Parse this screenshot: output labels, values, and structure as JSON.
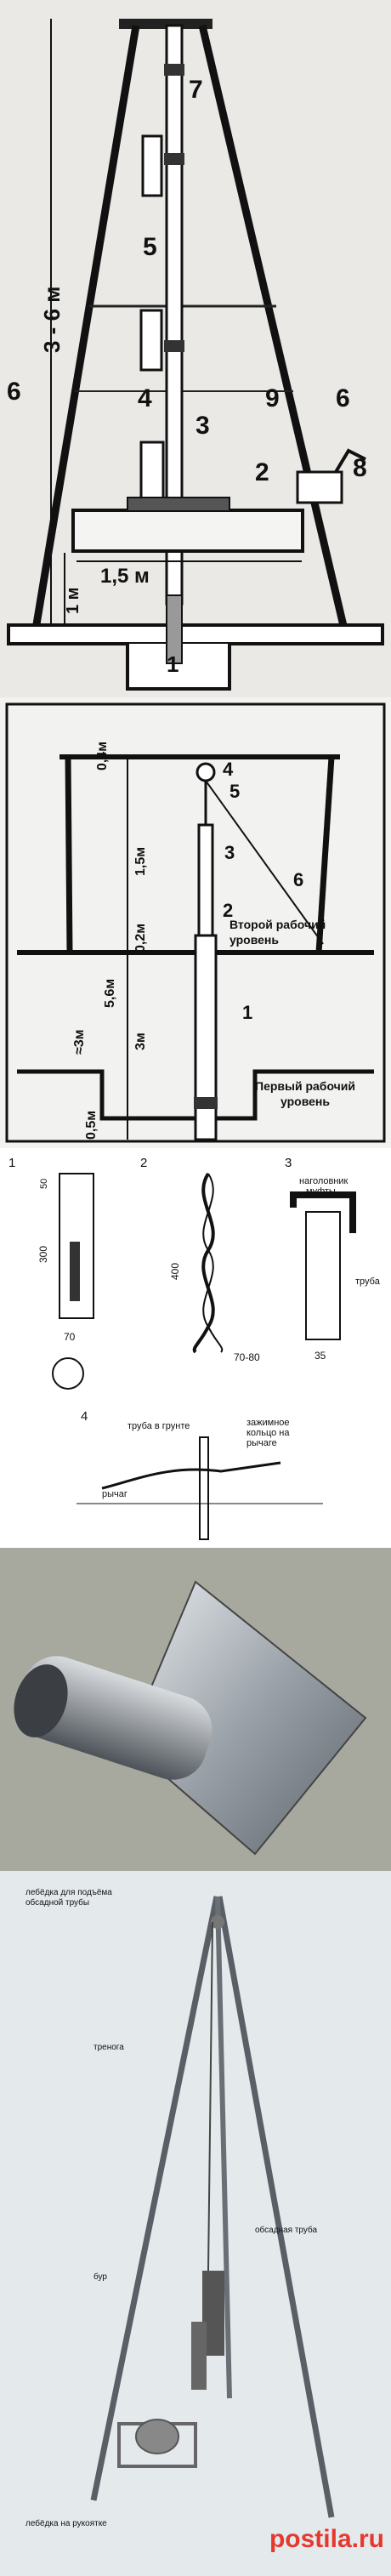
{
  "panel1": {
    "numbers": [
      "7",
      "5",
      "4",
      "3",
      "2",
      "6",
      "9",
      "6",
      "8",
      "1"
    ],
    "dims": {
      "height": "3 - 6 м",
      "width": "1,5 м",
      "base": "1 м"
    }
  },
  "panel2": {
    "numbers": [
      "4",
      "5",
      "3",
      "6",
      "2",
      "1"
    ],
    "dims": [
      "0,4м",
      "1,5м",
      "0,2м",
      "3м",
      "5,6м",
      "≈3м",
      "0,5м"
    ],
    "level2": [
      "Второй рабочий",
      "уровень"
    ],
    "level1": [
      "Первый рабочий",
      "уровень"
    ]
  },
  "panel3": {
    "fig1": {
      "num": "1",
      "d50": "50",
      "d300": "300",
      "d70": "70"
    },
    "fig2": {
      "num": "2",
      "d400": "400",
      "d7080": "70-80"
    },
    "fig3": {
      "num": "3",
      "cap": [
        "наголовник",
        "муфты"
      ],
      "pipe": "труба",
      "d35": "35"
    },
    "fig4": {
      "num": "4",
      "pipe_ground": "труба в грунте",
      "clamp": [
        "зажимное",
        "кольцо на",
        "рычаге"
      ],
      "lever": "рычаг"
    }
  },
  "panel5": {
    "labels": [
      "лебёдка для подъёма",
      "обсадной трубы",
      "тренога",
      "обсадная труба",
      "бур",
      "лебёдка на рукоятке"
    ]
  },
  "watermark": {
    "brand": "postila",
    "tld": ".ru"
  }
}
